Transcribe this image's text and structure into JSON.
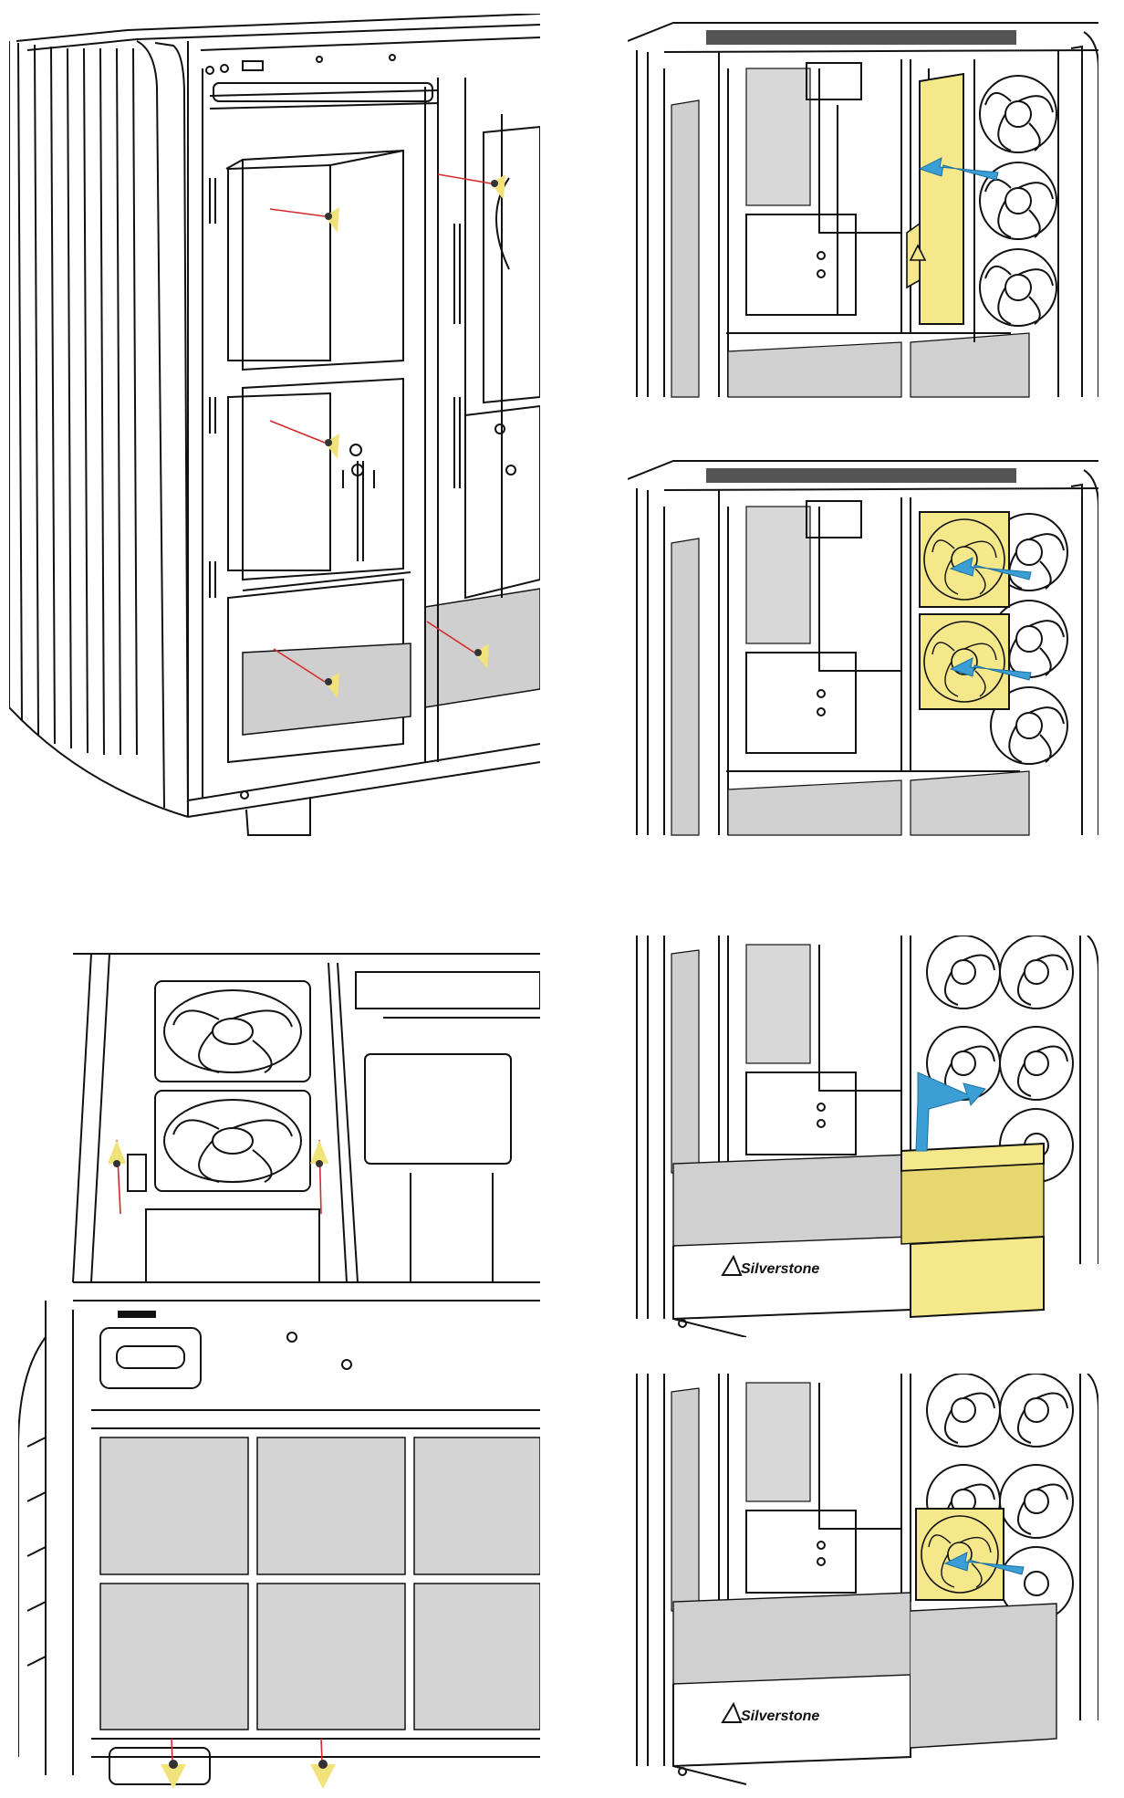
{
  "colors": {
    "line": "#111111",
    "highlight": "#f4e88a",
    "arrow_blue": "#3b9fd6",
    "screw_marker": "#f2e27a",
    "guide_line": "#d42a2a",
    "mesh": "#cccccc"
  },
  "icons": [
    "screw-icon",
    "fan-icon",
    "arrow-icon",
    "psu-logo-icon"
  ],
  "panels": [
    {
      "id": "remove-panel-screws"
    },
    {
      "id": "install-vertical-bracket"
    },
    {
      "id": "install-side-fans"
    },
    {
      "id": "remove-bottom-screws"
    },
    {
      "id": "install-psu-cover"
    },
    {
      "id": "install-bottom-fan"
    }
  ],
  "psu_brand_label": "Silverstone"
}
